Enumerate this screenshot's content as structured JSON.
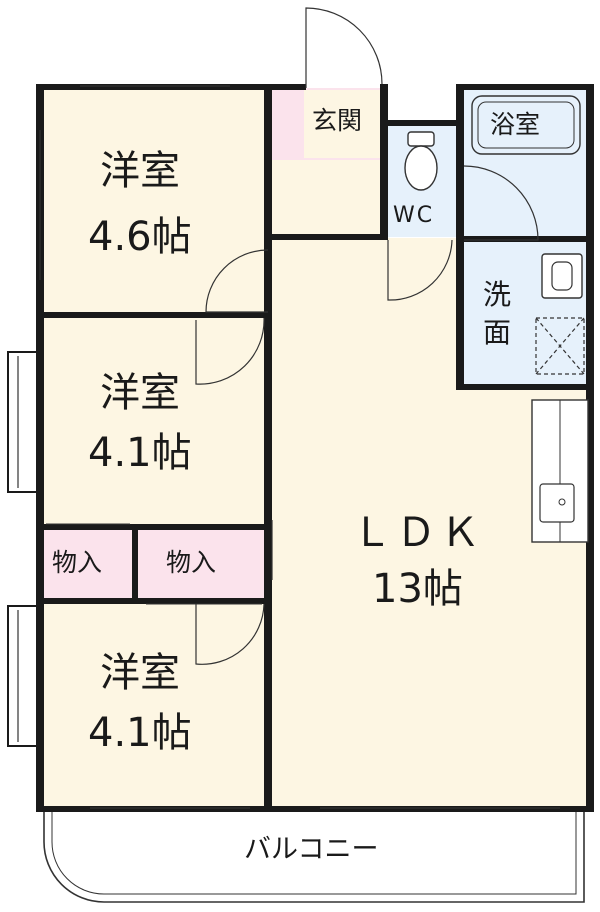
{
  "plan": {
    "rooms": {
      "western_1": {
        "name": "洋室",
        "size": "4.6帖"
      },
      "western_2": {
        "name": "洋室",
        "size": "4.1帖"
      },
      "western_3": {
        "name": "洋室",
        "size": "4.1帖"
      },
      "ldk": {
        "name": "ＬＤＫ",
        "size": "13帖"
      },
      "entrance": "玄関",
      "wc": "WC",
      "bath": "浴室",
      "washroom_line1": "洗",
      "washroom_line2": "面",
      "storage_1": "物入",
      "storage_2": "物入",
      "balcony": "バルコニー"
    },
    "colors": {
      "room_fill": "#fdf6e3",
      "wet_fill": "#e6f1fb",
      "entrance_fill": "#fbe3ec",
      "storage_fill": "#fbe3ec",
      "wall": "#1a1a1a"
    }
  }
}
